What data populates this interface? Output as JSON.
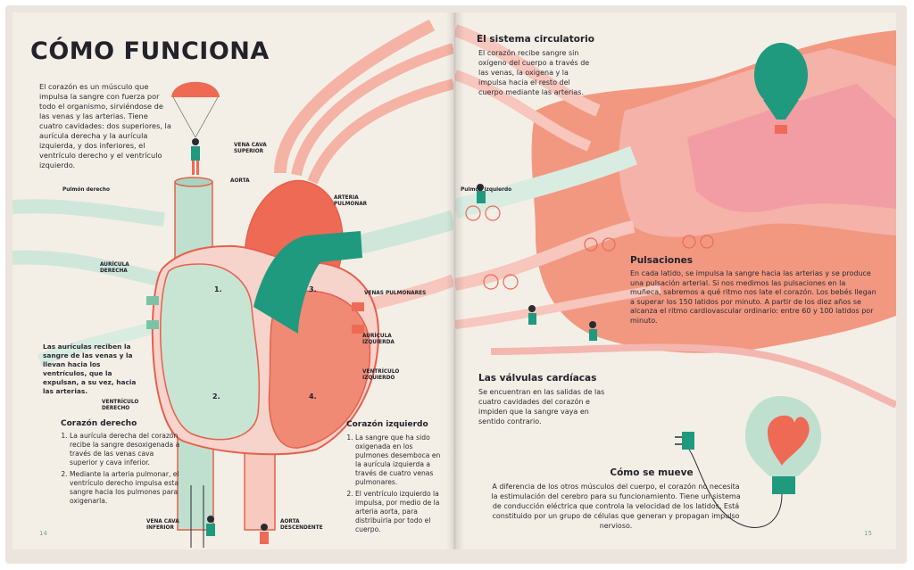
{
  "left_page": {
    "title": "CÓMO FUNCIONA",
    "intro": "El corazón es un músculo que impulsa la sangre con fuerza por todo el organismo, sirviéndose de las venas y las arterias. Tiene cuatro cavidades: dos superiores, la aurícula derecha y la aurícula izquierda, y dos inferiores, el ventrículo derecho y el ventrículo izquierdo.",
    "labels": {
      "vena_cava_superior": "VENA CAVA SUPERIOR",
      "aorta": "AORTA",
      "arteria_pulmonar": "ARTERIA PULMONAR",
      "pulmon_derecho": "Pulmón derecho",
      "auricula_derecha": "AURÍCULA DERECHA",
      "venas_pulmonares": "VENAS PULMONARES",
      "auricula_izquierda": "AURÍCULA IZQUIERDA",
      "ventriculo_izquierdo": "VENTRÍCULO IZQUIERDO",
      "ventriculo_derecho": "VENTRÍCULO DERECHO",
      "vena_cava_inferior": "VENA CAVA INFERIOR",
      "aorta_descendente": "AORTA DESCENDENTE"
    },
    "numbers": [
      "1.",
      "2.",
      "3.",
      "4."
    ],
    "auriculas_note": "Las aurículas reciben la sangre de las venas y la llevan hacia los ventrículos, que la expulsan, a su vez, hacia las arterias.",
    "corazon_derecho": {
      "heading": "Corazón derecho",
      "items": [
        "La aurícula derecha del corazón recibe la sangre desoxigenada a través de las venas cava superior y cava inferior.",
        "Mediante la arteria pulmonar, el ventrículo derecho impulsa esta sangre hacia los pulmones para oxigenarla."
      ]
    },
    "corazon_izquierdo": {
      "heading": "Corazón izquierdo",
      "items": [
        "La sangre que ha sido oxigenada en los pulmones desemboca en la aurícula izquierda a través de cuatro venas pulmonares.",
        "El ventrículo izquierdo la impulsa, por medio de la arteria aorta, para distribuirla por todo el cuerpo."
      ]
    },
    "page_number": "14"
  },
  "right_page": {
    "sistema": {
      "heading": "El sistema circulatorio",
      "body": "El corazón recibe sangre sin oxígeno del cuerpo a través de las venas, la oxigena y la impulsa hacia el resto del cuerpo mediante las arterias."
    },
    "pulmon_izquierdo": "Pulmón izquierdo",
    "pulsaciones": {
      "heading": "Pulsaciones",
      "body": "En cada latido, se impulsa la sangre hacia las arterias y se produce una pulsación arterial. Si nos medimos las pulsaciones en la muñeca, sabremos a qué ritmo nos late el corazón. Los bebés llegan a superar los 150 latidos por minuto. A partir de los diez años se alcanza el ritmo cardiovascular ordinario: entre 60 y 100 latidos por minuto."
    },
    "valvulas": {
      "heading": "Las válvulas cardíacas",
      "body": "Se encuentran en las salidas de las cuatro cavidades del corazón e impiden que la sangre vaya en sentido contrario."
    },
    "mueve": {
      "heading": "Cómo se mueve",
      "body": "A diferencia de los otros músculos del cuerpo, el corazón no necesita la estimulación del cerebro para su funcionamiento. Tiene un sistema de conducción eléctrica que controla la velocidad de los latidos. Está constituido por un grupo de células que generan y propagan impulso nervioso."
    },
    "page_number": "15"
  },
  "colors": {
    "paper": "#f4efe6",
    "coral": "#ee6a55",
    "coral_light": "#f7a493",
    "pink": "#f3b7b0",
    "mint": "#bfe0cf",
    "teal": "#1f9a7e",
    "ink": "#23222b"
  }
}
